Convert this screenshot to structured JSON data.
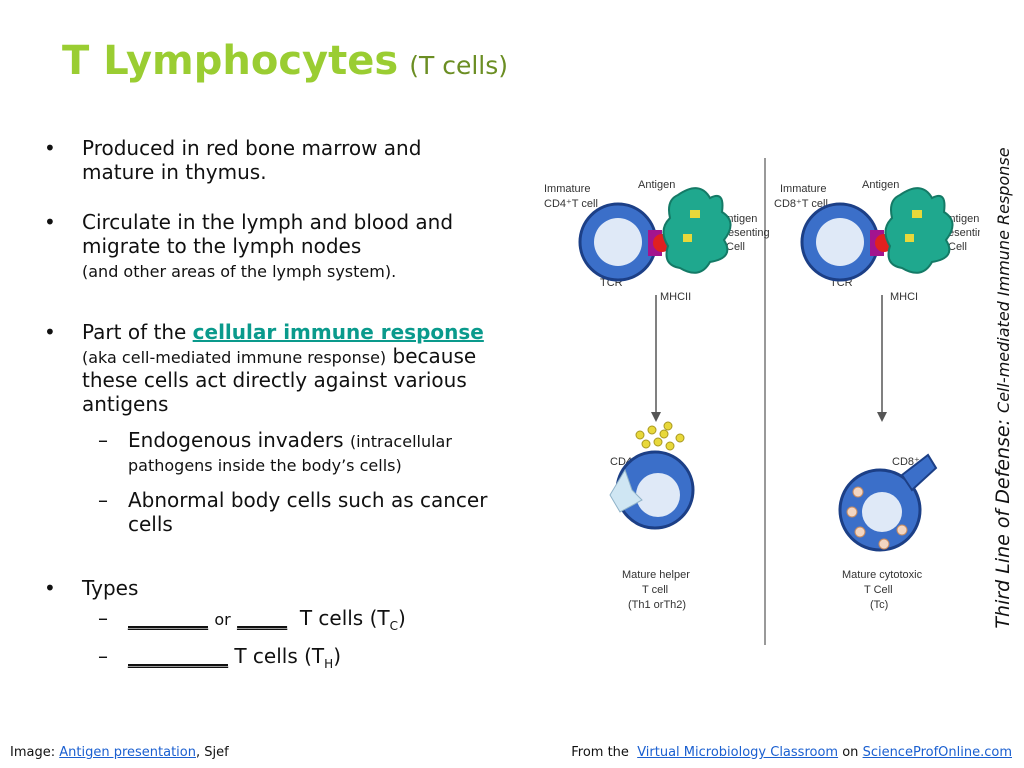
{
  "title": {
    "main": "T Lymphocytes",
    "sub": "(T cells)"
  },
  "bullets": {
    "b1": "Produced in red bone marrow and mature in thymus.",
    "b2_main": "Circulate in the lymph and blood and migrate to the lymph nodes",
    "b2_small": "(and other areas of the lymph system).",
    "b3_pre": "Part of the",
    "b3_link": "cellular immune response",
    "b3_small": "(aka cell-mediated immune response)",
    "b3_post": "because these cells act directly against various antigens",
    "sub1_main": "Endogenous invaders",
    "sub1_small": "(intracellular pathogens inside the body’s cells)",
    "sub2": "Abnormal body cells such as cancer cells",
    "b4": "Types",
    "type1_blank1": "________",
    "type1_or": "or",
    "type1_blank2": "_____",
    "type1_text": "T cells (T",
    "type1_sub": "C",
    "type1_close": ")",
    "type2_blank": "__________",
    "type2_text": "T cells (T",
    "type2_sub": "H",
    "type2_close": ")"
  },
  "vertical": {
    "main": "Third Line of Defense:",
    "sub": "Cell-mediated Immune Response"
  },
  "diagram": {
    "left_immature": "Immature",
    "left_cd4": "CD4⁺T cell",
    "left_antigen": "Antigen",
    "left_apc1": "Antigen",
    "left_apc2": "Presenting",
    "left_apc3": "Cell",
    "left_tcr": "TCR",
    "left_mhc": "MHCII",
    "left_cd4b": "CD4⁺",
    "left_result1": "Mature helper",
    "left_result2": "T cell",
    "left_result3": "(Th1 orTh2)",
    "right_immature": "Immature",
    "right_cd8": "CD8⁺T cell",
    "right_antigen": "Antigen",
    "right_apc1": "Antigen",
    "right_apc2": "Presentin",
    "right_apc3": "Cell",
    "right_tcr": "TCR",
    "right_mhc": "MHCI",
    "right_cd8b": "CD8⁺",
    "right_result1": "Mature cytotoxic",
    "right_result2": "T Cell",
    "right_result3": "(Tc)"
  },
  "footer": {
    "image_label": "Image:",
    "image_link": "Antigen presentation",
    "image_author": ", Sjef",
    "from": "From the",
    "vmc_link": "Virtual Microbiology Classroom",
    "on": "on",
    "site_link": "ScienceProfOnline.com"
  },
  "colors": {
    "title": "#9acd32",
    "subtitle": "#6b8e23",
    "link": "#0a9a8c",
    "footer_link": "#1a5fd0",
    "tcell_blue": "#3b6fc9",
    "apc_green": "#1fa88e",
    "antigen_yellow": "#e8d83a"
  }
}
